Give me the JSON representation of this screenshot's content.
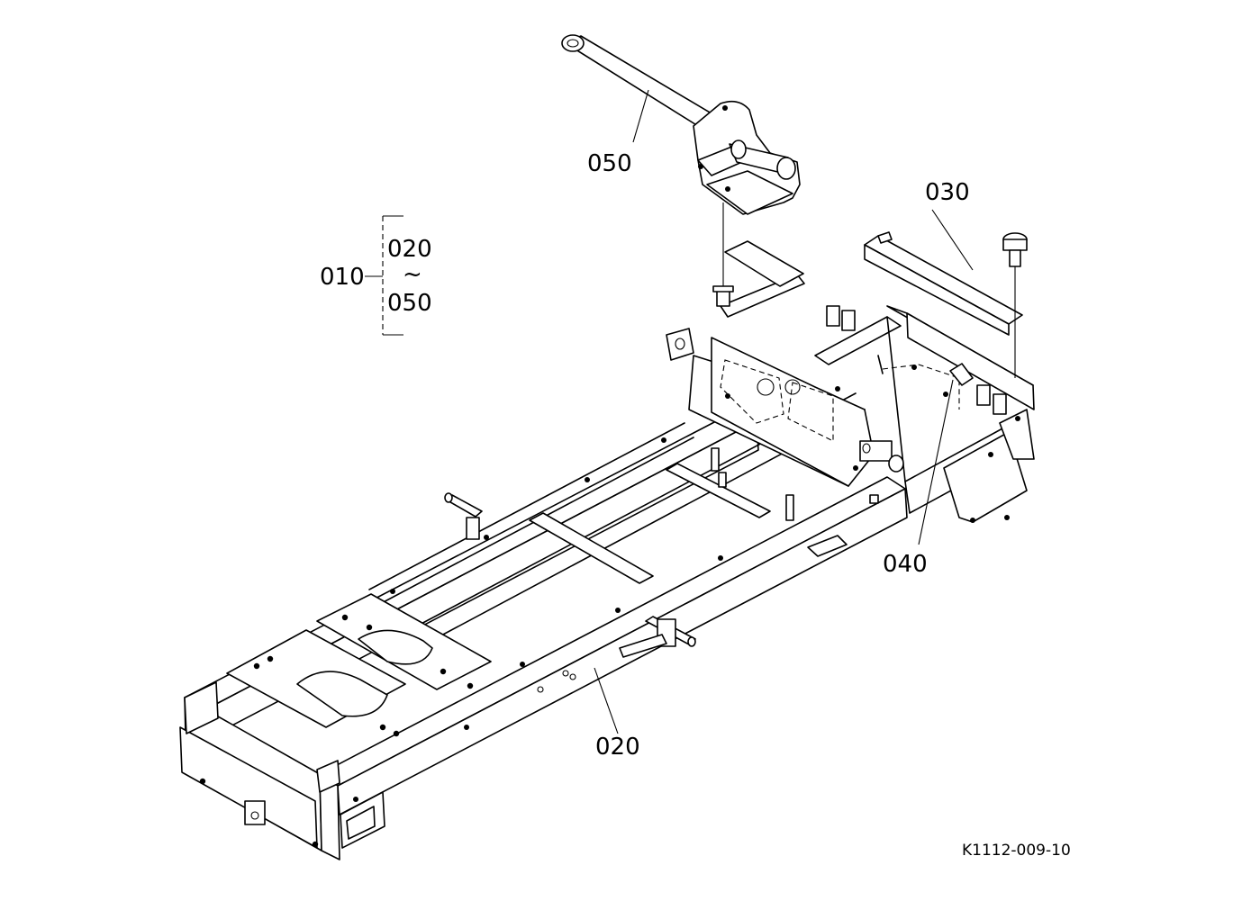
{
  "diagram": {
    "labels": {
      "part_050": "050",
      "part_030": "030",
      "part_040": "040",
      "part_020": "020",
      "group_main": "010",
      "group_from": "020",
      "group_tilde": "~",
      "group_to": "050"
    },
    "drawing_code": "K1112-009-10"
  }
}
